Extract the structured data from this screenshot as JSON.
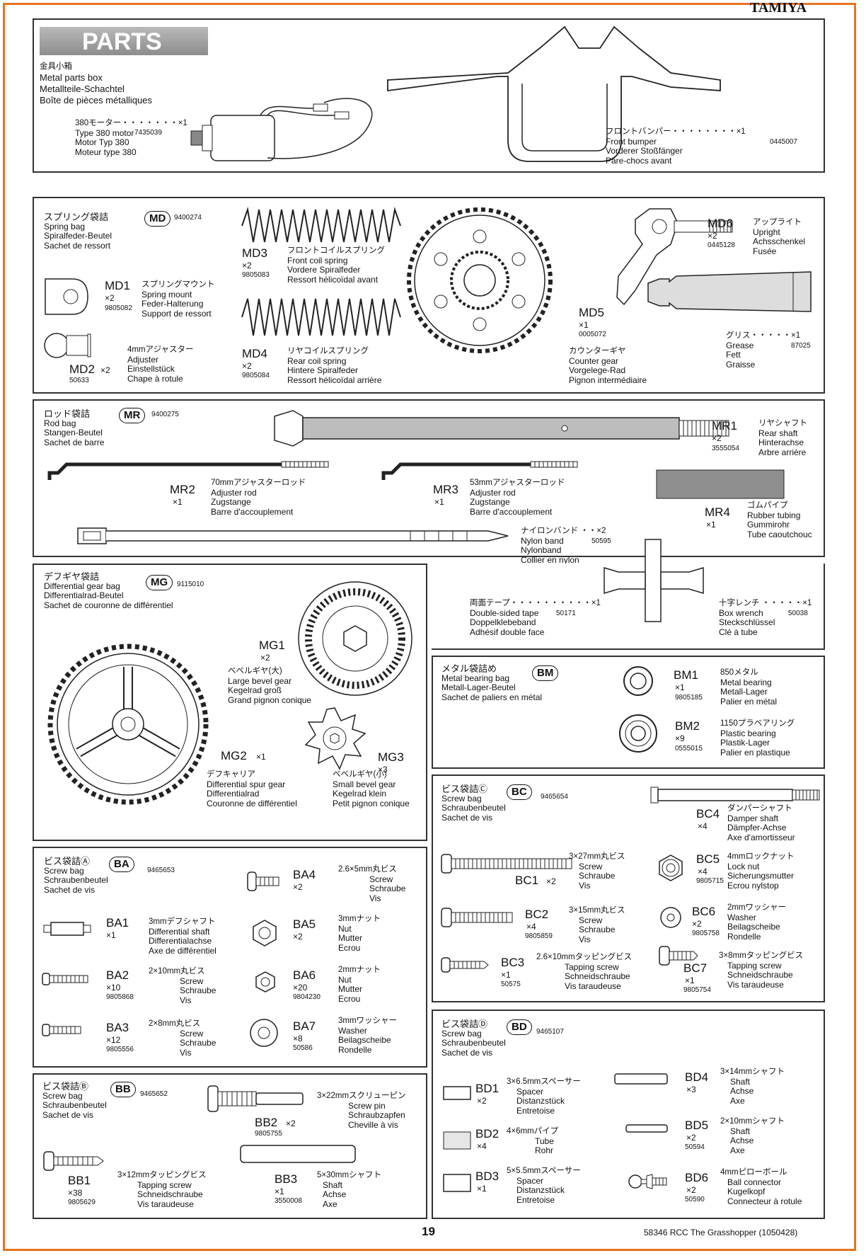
{
  "header": {
    "brand": "TAMIYA",
    "parts_title": "PARTS"
  },
  "metal_box": {
    "lines": [
      "金具小箱",
      "Metal parts box",
      "Metallteile-Schachtel",
      "Boîte de pièces métalliques"
    ]
  },
  "motor": {
    "name_jp": "380モーター・・・・・・・×1",
    "lines": [
      "Type 380 motor",
      "Motor Typ 380",
      "Moteur type 380"
    ],
    "part_no": "7435039"
  },
  "front_bumper": {
    "name_jp": "フロントバンパー・・・・・・・・×1",
    "lines": [
      "Front bumper",
      "Vorderer Stoßfänger",
      "Pare-chocs avant"
    ],
    "part_no": "0445007"
  },
  "md": {
    "bag": [
      "スプリング袋詰",
      "Spring bag",
      "Spiralfeder-Beutel",
      "Sachet de ressort"
    ],
    "tag": "MD",
    "bag_no": "9400274",
    "md1": {
      "code": "MD1",
      "qty": "×2",
      "no": "9805082",
      "desc": [
        "スプリングマウント",
        "Spring mount",
        "Feder-Halterung",
        "Support de ressort"
      ]
    },
    "md2": {
      "code": "MD2",
      "qty": "×2",
      "no": "50633",
      "desc": [
        "4mmアジャスター",
        "Adjuster",
        "Einstellstück",
        "Chape à rotule"
      ]
    },
    "md3": {
      "code": "MD3",
      "qty": "×2",
      "no": "9805083",
      "desc": [
        "フロントコイルスプリング",
        "Front coil spring",
        "Vordere Spiralfeder",
        "Ressort hélicoïdal avant"
      ]
    },
    "md4": {
      "code": "MD4",
      "qty": "×2",
      "no": "9805084",
      "desc": [
        "リヤコイルスプリング",
        "Rear coil spring",
        "Hintere Spiralfeder",
        "Ressort hélicoïdal arrière"
      ]
    },
    "md5": {
      "code": "MD5",
      "qty": "×1",
      "no": "0005072",
      "desc": [
        "カウンターギヤ",
        "Counter gear",
        "Vorgelege-Rad",
        "Pignon intermédiaire"
      ]
    },
    "md6": {
      "code": "MD6",
      "qty": "×2",
      "no": "0445128",
      "desc": [
        "アップライト",
        "Upright",
        "Achsschenkel",
        "Fusée"
      ]
    },
    "grease": {
      "no": "87025",
      "desc": [
        "グリス・・・・・×1",
        "Grease",
        "Fett",
        "Graisse"
      ]
    }
  },
  "mr": {
    "bag": [
      "ロッド袋詰",
      "Rod bag",
      "Stangen-Beutel",
      "Sachet de barre"
    ],
    "tag": "MR",
    "bag_no": "9400275",
    "mr1": {
      "code": "MR1",
      "qty": "×2",
      "no": "3555054",
      "desc": [
        "リヤシャフト",
        "Rear shaft",
        "Hinterachse",
        "Arbre arrière"
      ]
    },
    "mr2": {
      "code": "MR2",
      "qty": "×1",
      "desc": [
        "70mmアジャスターロッド",
        "Adjuster rod",
        "Zugstange",
        "Barre d'accouplement"
      ]
    },
    "mr3": {
      "code": "MR3",
      "qty": "×1",
      "desc": [
        "53mmアジャスターロッド",
        "Adjuster rod",
        "Zugstange",
        "Barre d'accouplement"
      ]
    },
    "mr4": {
      "code": "MR4",
      "qty": "×1",
      "desc": [
        "ゴムパイプ",
        "Rubber tubing",
        "Gummirohr",
        "Tube caoutchouc"
      ]
    },
    "nylon": {
      "no": "50595",
      "desc": [
        "ナイロンバンド ・・×2",
        "Nylon band",
        "Nylonband",
        "Collier en nylon"
      ]
    }
  },
  "mg": {
    "bag": [
      "デフギヤ袋詰",
      "Differential gear bag",
      "Differentialrad-Beutel",
      "Sachet de couronne de différentiel"
    ],
    "tag": "MG",
    "bag_no": "9115010",
    "mg1": {
      "code": "MG1",
      "qty": "×2",
      "desc": [
        "ベベルギヤ(大)",
        "Large bevel gear",
        "Kegelrad groß",
        "Grand pignon conique"
      ]
    },
    "mg2": {
      "code": "MG2",
      "qty": "×1",
      "desc": [
        "デフキャリア",
        "Differential spur gear",
        "Differentialrad",
        "Couronne de différentiel"
      ]
    },
    "mg3": {
      "code": "MG3",
      "qty": "×3",
      "desc": [
        "ベベルギヤ(小)",
        "Small bevel gear",
        "Kegelrad klein",
        "Petit pignon conique"
      ]
    },
    "tape": {
      "no": "50171",
      "desc": [
        "両面テープ・・・・・・・・・・×1",
        "Double-sided tape",
        "Doppelklebeband",
        "Adhésif double face"
      ]
    },
    "wrench": {
      "no": "50038",
      "desc": [
        "十字レンチ ・・・・・×1",
        "Box wrench",
        "Steckschlüssel",
        "Clé à tube"
      ]
    }
  },
  "bm": {
    "bag": [
      "メタル袋詰め",
      "Metal bearing bag",
      "Metall-Lager-Beutel",
      "Sachet de paliers en métal"
    ],
    "tag": "BM",
    "bm1": {
      "code": "BM1",
      "qty": "×1",
      "no": "9805185",
      "desc": [
        "850メタル",
        "Metal bearing",
        "Metall-Lager",
        "Palier en métal"
      ]
    },
    "bm2": {
      "code": "BM2",
      "qty": "×9",
      "no": "0555015",
      "desc": [
        "1150プラベアリング",
        "Plastic bearing",
        "Plastik-Lager",
        "Palier en plastique"
      ]
    }
  },
  "ba": {
    "bag": [
      "ビス袋詰Ⓐ",
      "Screw bag",
      "Schraubenbeutel",
      "Sachet de vis"
    ],
    "tag": "BA",
    "bag_no": "9465653",
    "ba1": {
      "code": "BA1",
      "qty": "×1",
      "desc": [
        "3mmデフシャフト",
        "Differential shaft",
        "Differentialachse",
        "Axe de différentiel"
      ]
    },
    "ba2": {
      "code": "BA2",
      "qty": "×10",
      "no": "9805868",
      "desc": [
        "2×10mm丸ビス",
        "Screw",
        "Schraube",
        "Vis"
      ]
    },
    "ba3": {
      "code": "BA3",
      "qty": "×12",
      "no": "9805556",
      "desc": [
        "2×8mm丸ビス",
        "Screw",
        "Schraube",
        "Vis"
      ]
    },
    "ba4": {
      "code": "BA4",
      "qty": "×2",
      "desc": [
        "2.6×5mm丸ビス",
        "Screw",
        "Schraube",
        "Vis"
      ]
    },
    "ba5": {
      "code": "BA5",
      "qty": "×2",
      "desc": [
        "3mmナット",
        "Nut",
        "Mutter",
        "Ecrou"
      ]
    },
    "ba6": {
      "code": "BA6",
      "qty": "×20",
      "no": "9804230",
      "desc": [
        "2mmナット",
        "Nut",
        "Mutter",
        "Ecrou"
      ]
    },
    "ba7": {
      "code": "BA7",
      "qty": "×8",
      "no": "50586",
      "desc": [
        "3mmワッシャー",
        "Washer",
        "Beilagscheibe",
        "Rondelle"
      ]
    }
  },
  "bb": {
    "bag": [
      "ビス袋詰Ⓑ",
      "Screw bag",
      "Schraubenbeutel",
      "Sachet de vis"
    ],
    "tag": "BB",
    "bag_no": "9465652",
    "bb1": {
      "code": "BB1",
      "qty": "×38",
      "no": "9805629",
      "desc": [
        "3×12mmタッピングビス",
        "Tapping screw",
        "Schneidschraube",
        "Vis taraudeuse"
      ]
    },
    "bb2": {
      "code": "BB2",
      "qty": "×2",
      "no": "9805755",
      "desc": [
        "3×22mmスクリューピン",
        "Screw pin",
        "Schraubzapfen",
        "Cheville à vis"
      ]
    },
    "bb3": {
      "code": "BB3",
      "qty": "×1",
      "no": "3550008",
      "desc": [
        "5×30mmシャフト",
        "Shaft",
        "Achse",
        "Axe"
      ]
    }
  },
  "bc": {
    "bag": [
      "ビス袋詰Ⓒ",
      "Screw bag",
      "Schraubenbeutel",
      "Sachet de vis"
    ],
    "tag": "BC",
    "bag_no": "9465654",
    "bc1": {
      "code": "BC1",
      "qty": "×2",
      "desc": [
        "3×27mm丸ビス",
        "Screw",
        "Schraube",
        "Vis"
      ]
    },
    "bc2": {
      "code": "BC2",
      "qty": "×4",
      "no": "9805859",
      "desc": [
        "3×15mm丸ビス",
        "Screw",
        "Schraube",
        "Vis"
      ]
    },
    "bc3": {
      "code": "BC3",
      "qty": "×1",
      "no": "50575",
      "desc": [
        "2.6×10mmタッピングビス",
        "Tapping screw",
        "Schneidschraube",
        "Vis taraudeuse"
      ]
    },
    "bc4": {
      "code": "BC4",
      "qty": "×4",
      "desc": [
        "ダンパーシャフト",
        "Damper shaft",
        "Dämpfer-Achse",
        "Axe d'amortisseur"
      ]
    },
    "bc5": {
      "code": "BC5",
      "qty": "×4",
      "no": "9805715",
      "desc": [
        "4mmロックナット",
        "Lock nut",
        "Sicherungsmutter",
        "Ecrou nylstop"
      ]
    },
    "bc6": {
      "code": "BC6",
      "qty": "×2",
      "no": "9805758",
      "desc": [
        "2mmワッシャー",
        "Washer",
        "Beilagscheibe",
        "Rondelle"
      ]
    },
    "bc7": {
      "code": "BC7",
      "qty": "×1",
      "no": "9805754",
      "desc": [
        "3×8mmタッピングビス",
        "Tapping screw",
        "Schneidschraube",
        "Vis taraudeuse"
      ]
    }
  },
  "bd": {
    "bag": [
      "ビス袋詰Ⓓ",
      "Screw bag",
      "Schraubenbeutel",
      "Sachet de vis"
    ],
    "tag": "BD",
    "bag_no": "9465107",
    "bd1": {
      "code": "BD1",
      "qty": "×2",
      "desc": [
        "3×6.5mmスペーサー",
        "Spacer",
        "Distanzstück",
        "Entretoise"
      ]
    },
    "bd2": {
      "code": "BD2",
      "qty": "×4",
      "desc": [
        "4×6mmパイプ",
        "Tube",
        "Rohr"
      ]
    },
    "bd3": {
      "code": "BD3",
      "qty": "×1",
      "desc": [
        "5×5.5mmスペーサー",
        "Spacer",
        "Distanzstück",
        "Entretoise"
      ]
    },
    "bd4": {
      "code": "BD4",
      "qty": "×3",
      "desc": [
        "3×14mmシャフト",
        "Shaft",
        "Achse",
        "Axe"
      ]
    },
    "bd5": {
      "code": "BD5",
      "qty": "×2",
      "no": "50594",
      "desc": [
        "2×10mmシャフト",
        "Shaft",
        "Achse",
        "Axe"
      ]
    },
    "bd6": {
      "code": "BD6",
      "qty": "×2",
      "no": "50590",
      "desc": [
        "4mmピローボール",
        "Ball connector",
        "Kugelkopf",
        "Connecteur à rotule"
      ]
    }
  },
  "footer": {
    "page": "19",
    "model": "58346 RCC The Grasshopper (1050428)"
  }
}
